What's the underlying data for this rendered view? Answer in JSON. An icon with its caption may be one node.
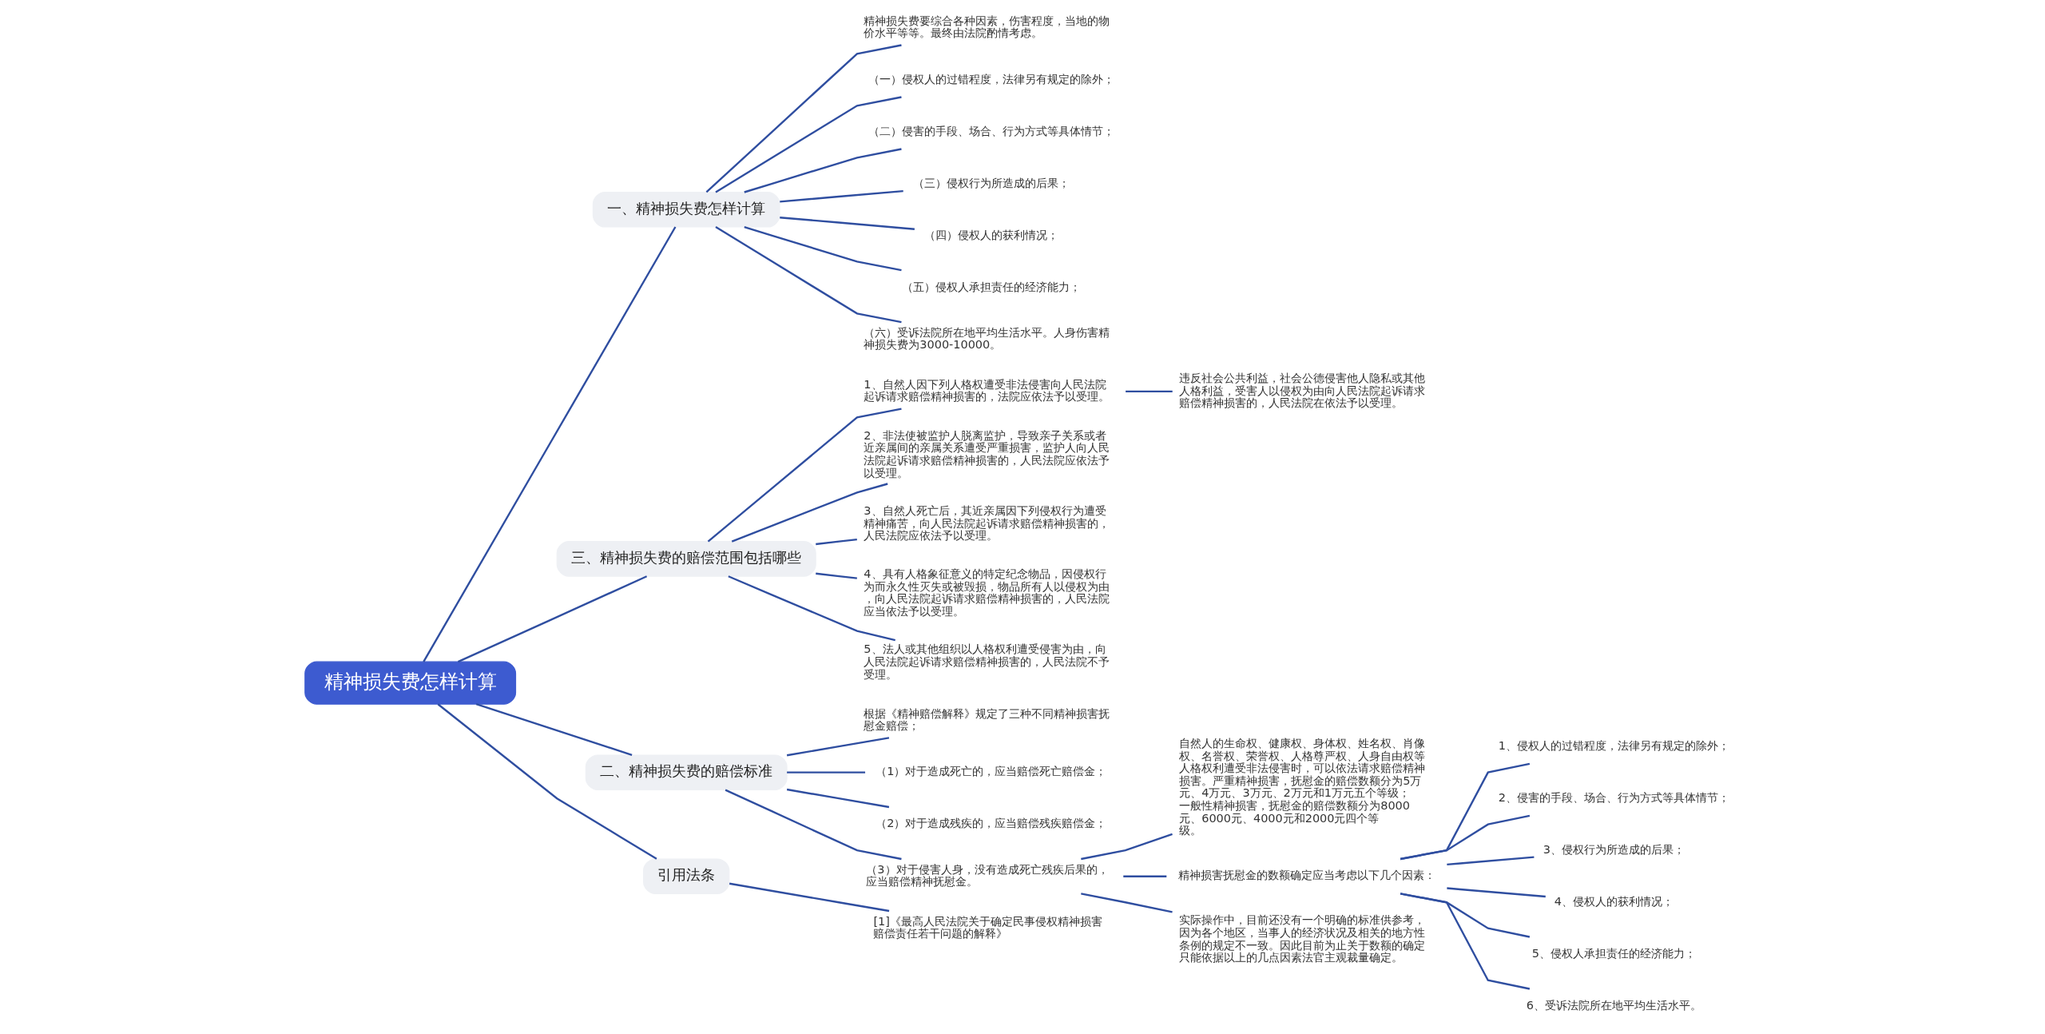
{
  "diagram": {
    "nodes": [
      {
        "text": [
          "精神损失费怎样计算"
        ]
      },
      {
        "text": [
          "一、精神损失费怎样计算"
        ]
      },
      {
        "text": [
          "精神损失费要综合各种因素，伤害程度，当地的物价水平等等。最终由法院酌情考虑。"
        ]
      },
      {
        "text": [
          "（一）侵权人的过错程度，法律另有规定的除外；"
        ]
      },
      {
        "text": [
          "（二）侵害的手段、场合、行为方式等具体情节；"
        ]
      },
      {
        "text": [
          "（三）侵权行为所造成的后果；"
        ]
      },
      {
        "text": [
          "（四）侵权人的获利情况；"
        ]
      },
      {
        "text": [
          "（五）侵权人承担责任的经济能力；"
        ]
      },
      {
        "text": [
          "（六）受诉法院所在地平均生活水平。人身伤害精神损失费为3000-10000。"
        ]
      },
      {
        "text": [
          "三、精神损失费的赔偿范围包括哪些"
        ]
      },
      {
        "text": [
          "1、自然人因下列人格权遭受非法侵害向人民法院起诉请求赔偿精神损害的，法院应依法予以受理。"
        ]
      },
      {
        "text": [
          "违反社会公共利益，社会公德侵害他人隐私或其他人格利益，受害人以侵权为由向人民法院起诉请求赔偿精神损害的，人民法院在依法予以受理。"
        ]
      },
      {
        "text": [
          "2、非法使被监护人脱离监护，导致亲子关系或者近亲属间的亲属关系遭受严重损害，监护人向人民法院起诉请求赔偿精神损害的，人民法院应依法予以受理。"
        ]
      },
      {
        "text": [
          "3、自然人死亡后，其近亲属因下列侵权行为遭受精神痛苦，向人民法院起诉请求赔偿精神损害的，人民法院应依法予以受理。"
        ]
      },
      {
        "text": [
          "4、具有人格象征意义的特定纪念物品，因侵权行为而永久性灭失或被毁损，物品所有人以侵权为由，向人民法院起诉请求赔偿精神损害的，人民法院应当依法予以受理。"
        ]
      },
      {
        "text": [
          "5、法人或其他组织以人格权利遭受侵害为由，向人民法院起诉请求赔偿精神损害的，人民法院不予受理。"
        ]
      },
      {
        "text": [
          "二、精神损失费的赔偿标准"
        ]
      },
      {
        "text": [
          "根据《精神赔偿解释》规定了三种不同精神损害抚慰金赔偿；"
        ]
      },
      {
        "text": [
          "（1）对于造成死亡的，应当赔偿死亡赔偿金；"
        ]
      },
      {
        "text": [
          "（2）对于造成残疾的，应当赔偿残疾赔偿金；"
        ]
      },
      {
        "text": [
          "（3）对于侵害人身，没有造成死亡残疾后果的，应当赔偿精神抚慰金。"
        ]
      },
      {
        "text": [
          "自然人的生命权、健康权、身体权、姓名权、肖像权、名誉权、荣誉权、人格尊严权、人身自由权等人格权利遭受非法侵害时，可以依法请求赔偿精神损害。严重精神损害，抚慰金的赔偿数额分为5万元、4万元、3万元、2万元和1万元五个等级；一般性精神损害，抚慰金的赔偿数额分为8000元、6000元、4000元和2000元四个等级。"
        ]
      },
      {
        "text": [
          "精神损害抚慰金的数额确定应当考虑以下几个因素："
        ]
      },
      {
        "text": [
          "1、侵权人的过错程度，法律另有规定的除外；"
        ]
      },
      {
        "text": [
          "2、侵害的手段、场合、行为方式等具体情节；"
        ]
      },
      {
        "text": [
          "3、侵权行为所造成的后果；"
        ]
      },
      {
        "text": [
          "4、侵权人的获利情况；"
        ]
      },
      {
        "text": [
          "5、侵权人承担责任的经济能力；"
        ]
      },
      {
        "text": [
          "6、受诉法院所在地平均生活水平。"
        ]
      },
      {
        "text": [
          "实际操作中，目前还没有一个明确的标准供参考，因为各个地区，当事人的经济状况及相关的地方性条例的规定不一致。因此目前为止关于数额的确定只能依据以上的几点因素法官主观裁量确定。"
        ]
      },
      {
        "text": [
          "引用法条"
        ]
      },
      {
        "text": [
          "[1]《最高人民法院关于确定民事侵权精神损害赔偿责任若干问题的解释》"
        ]
      }
    ],
    "edges": [
      {
        "from": 0,
        "to": 1,
        "arrow": "none"
      },
      {
        "from": 1,
        "to": 2,
        "arrow": "none"
      },
      {
        "from": 1,
        "to": 3,
        "arrow": "none"
      },
      {
        "from": 1,
        "to": 4,
        "arrow": "none"
      },
      {
        "from": 1,
        "to": 5,
        "arrow": "none"
      },
      {
        "from": 1,
        "to": 6,
        "arrow": "none"
      },
      {
        "from": 1,
        "to": 7,
        "arrow": "none"
      },
      {
        "from": 1,
        "to": 8,
        "arrow": "none"
      },
      {
        "from": 0,
        "to": 9,
        "arrow": "none"
      },
      {
        "from": 9,
        "to": 10,
        "arrow": "none"
      },
      {
        "from": 10,
        "to": 11,
        "arrow": "none"
      },
      {
        "from": 9,
        "to": 12,
        "arrow": "none"
      },
      {
        "from": 9,
        "to": 13,
        "arrow": "none"
      },
      {
        "from": 9,
        "to": 14,
        "arrow": "none"
      },
      {
        "from": 9,
        "to": 15,
        "arrow": "none"
      },
      {
        "from": 0,
        "to": 16,
        "arrow": "none"
      },
      {
        "from": 16,
        "to": 17,
        "arrow": "none"
      },
      {
        "from": 16,
        "to": 18,
        "arrow": "none"
      },
      {
        "from": 16,
        "to": 19,
        "arrow": "none"
      },
      {
        "from": 16,
        "to": 20,
        "arrow": "none"
      },
      {
        "from": 20,
        "to": 21,
        "arrow": "none"
      },
      {
        "from": 20,
        "to": 22,
        "arrow": "none"
      },
      {
        "from": 22,
        "to": 23,
        "arrow": "none"
      },
      {
        "from": 22,
        "to": 24,
        "arrow": "none"
      },
      {
        "from": 22,
        "to": 25,
        "arrow": "none"
      },
      {
        "from": 22,
        "to": 26,
        "arrow": "none"
      },
      {
        "from": 22,
        "to": 27,
        "arrow": "none"
      },
      {
        "from": 22,
        "to": 28,
        "arrow": "none"
      },
      {
        "from": 20,
        "to": 29,
        "arrow": "none"
      },
      {
        "from": 0,
        "to": 30,
        "arrow": "none"
      },
      {
        "from": 30,
        "to": 31,
        "arrow": "none"
      }
    ]
  }
}
